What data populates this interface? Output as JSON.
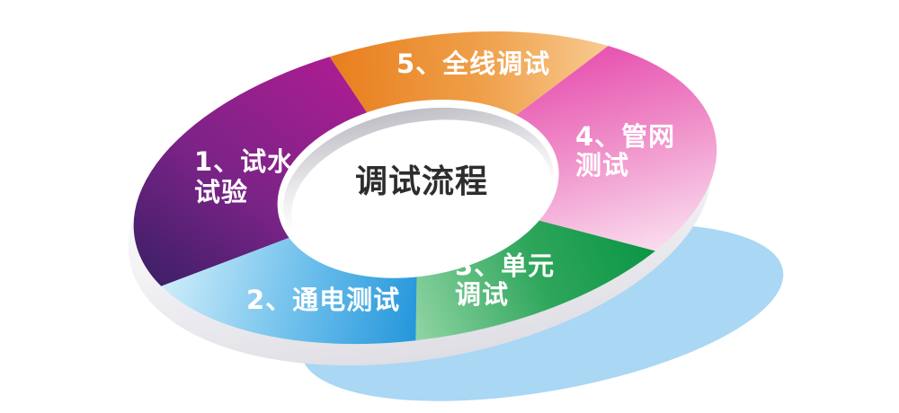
{
  "diagram": {
    "center_label": "调试流程",
    "center_text_color": "#2d2d2d",
    "label_text_color": "#ffffff",
    "background_color": "#ffffff",
    "shadow_color": "#a9d7f4",
    "rim_color": "#e4e4ea",
    "steps": [
      {
        "index": "1",
        "name": "试水试验",
        "line1": "1、试水",
        "line2": "试验",
        "color_start": "#3b1f66",
        "color_end": "#ad1d92"
      },
      {
        "index": "2",
        "name": "通电测试",
        "line1": "2、通电测试",
        "line2": "",
        "color_start": "#cdecfa",
        "color_end": "#1e93da"
      },
      {
        "index": "3",
        "name": "单元调试",
        "line1": "3、单元",
        "line2": "调试",
        "color_start": "#95d6a8",
        "color_end": "#0b9545"
      },
      {
        "index": "4",
        "name": "管网测试",
        "line1": "4、管网",
        "line2": "测试",
        "color_start": "#e750af",
        "color_end": "#fadcee"
      },
      {
        "index": "5",
        "name": "全线调试",
        "line1": "5、全线调试",
        "line2": "",
        "color_start": "#e87d1c",
        "color_end": "#f8cb92"
      }
    ]
  }
}
